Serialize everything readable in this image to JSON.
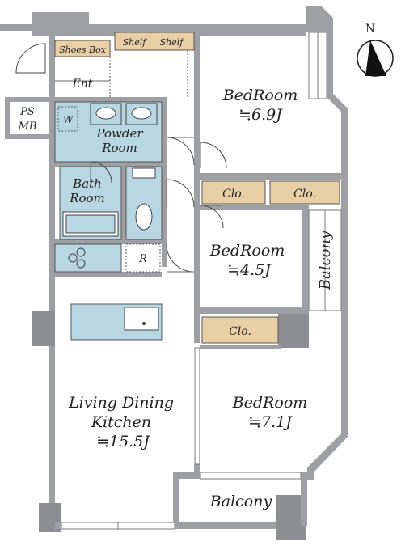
{
  "labels": {
    "shoes_box": "Shoes Box",
    "shelf_1": "Shelf",
    "shelf_2": "Shelf",
    "entrance": "Ent",
    "ps": "PS",
    "mb": "MB",
    "washer": "W",
    "powder_room_1": "Powder",
    "powder_room_2": "Room",
    "bath_room_1": "Bath",
    "bath_room_2": "Room",
    "refrigerator": "R",
    "bedroom_1_name": "BedRoom",
    "bedroom_1_size": "≒6.9J",
    "bedroom_2_name": "BedRoom",
    "bedroom_2_size": "≒4.5J",
    "bedroom_3_name": "BedRoom",
    "bedroom_3_size": "≒7.1J",
    "closet_1": "Clo.",
    "closet_2": "Clo.",
    "closet_3": "Clo.",
    "balcony_east": "Balcony",
    "balcony_south": "Balcony",
    "ldk_line1": "Living Dining",
    "ldk_line2": "Kitchen",
    "ldk_size": "≒15.5J",
    "compass_north": "N"
  },
  "colors": {
    "wall": "#9ea0a3",
    "storage": "#e8cfa6",
    "wet_area": "#b9d6e3"
  }
}
